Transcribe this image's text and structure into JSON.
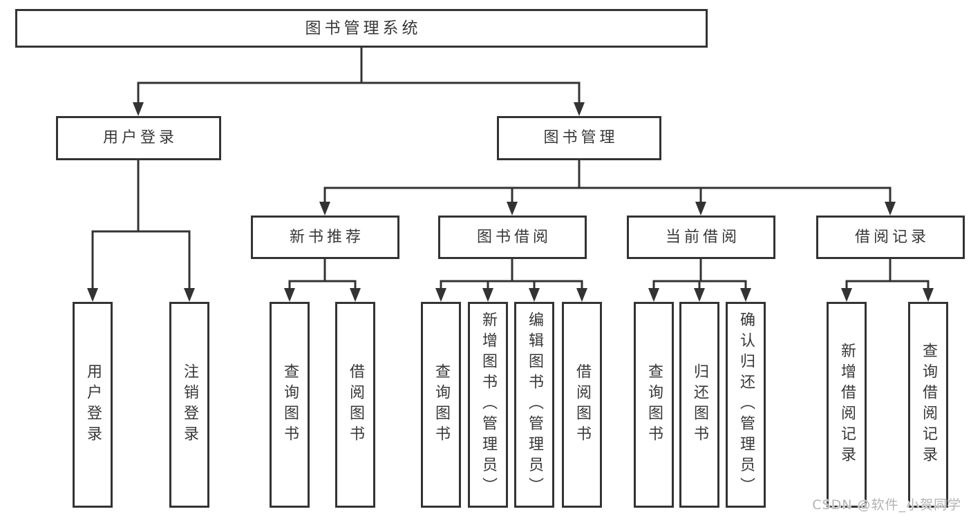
{
  "diagram": {
    "title": "图书管理系统",
    "level2": {
      "user_login": "用户登录",
      "book_mgmt": "图书管理"
    },
    "level3": {
      "new_books": "新书推荐",
      "borrowing": "图书借阅",
      "current": "当前借阅",
      "records": "借阅记录"
    },
    "leaves": {
      "user_login": [
        "用户登录",
        "注销登录"
      ],
      "new_books": [
        "查询图书",
        "借阅图书"
      ],
      "borrowing": [
        "查询图书",
        "新增图书（管理员）",
        "编辑图书（管理员）",
        "借阅图书"
      ],
      "current": [
        "查询图书",
        "归还图书",
        "确认归还（管理员）"
      ],
      "records": [
        "新增借阅记录",
        "查询借阅记录"
      ]
    }
  },
  "watermark": "CSDN @软件_小贺同学",
  "colors": {
    "line": "#333333",
    "border": "#333333",
    "text": "#383838",
    "watermark": "#b3b3b3",
    "background": "#ffffff"
  }
}
